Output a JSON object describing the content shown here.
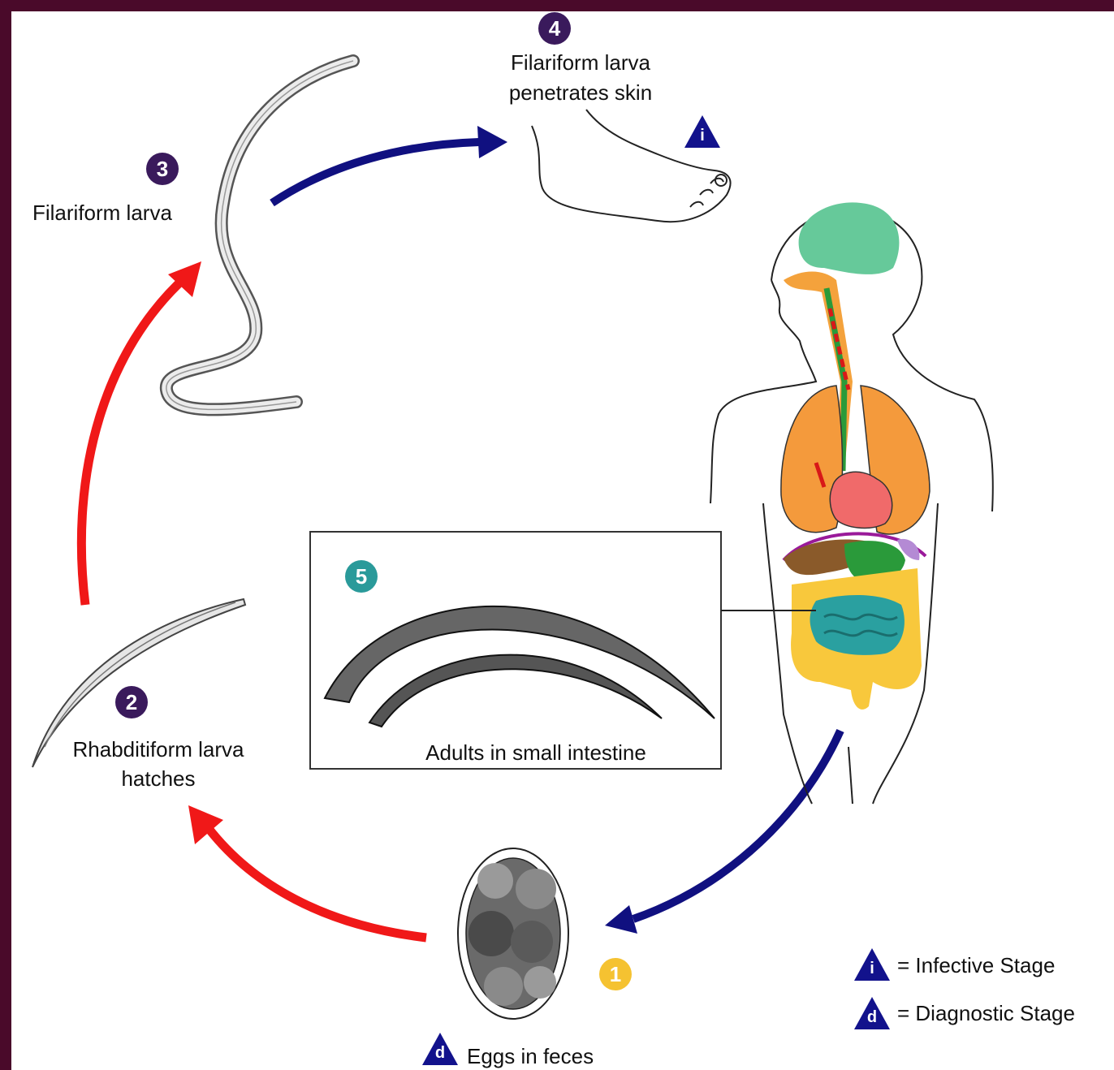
{
  "stages": [
    {
      "number": "1",
      "label": "Eggs in feces",
      "color": "#f5c231"
    },
    {
      "number": "2",
      "label_line1": "Rhabditiform larva",
      "label_line2": "hatches",
      "color": "#3a1a5c"
    },
    {
      "number": "3",
      "label": "Filariform larva",
      "color": "#3a1a5c"
    },
    {
      "number": "4",
      "label_line1": "Filariform larva",
      "label_line2": "penetrates skin",
      "color": "#3a1a5c"
    },
    {
      "number": "5",
      "label": "Adults in small intestine",
      "color": "#2a9a9a"
    }
  ],
  "legend": {
    "infective_symbol": "i",
    "infective_text": "= Infective Stage",
    "diagnostic_symbol": "d",
    "diagnostic_text": "= Diagnostic Stage"
  },
  "colors": {
    "frame": "#4a0a2a",
    "red_arrow": "#f01818",
    "blue_arrow": "#101080",
    "triangle": "#12128c"
  }
}
